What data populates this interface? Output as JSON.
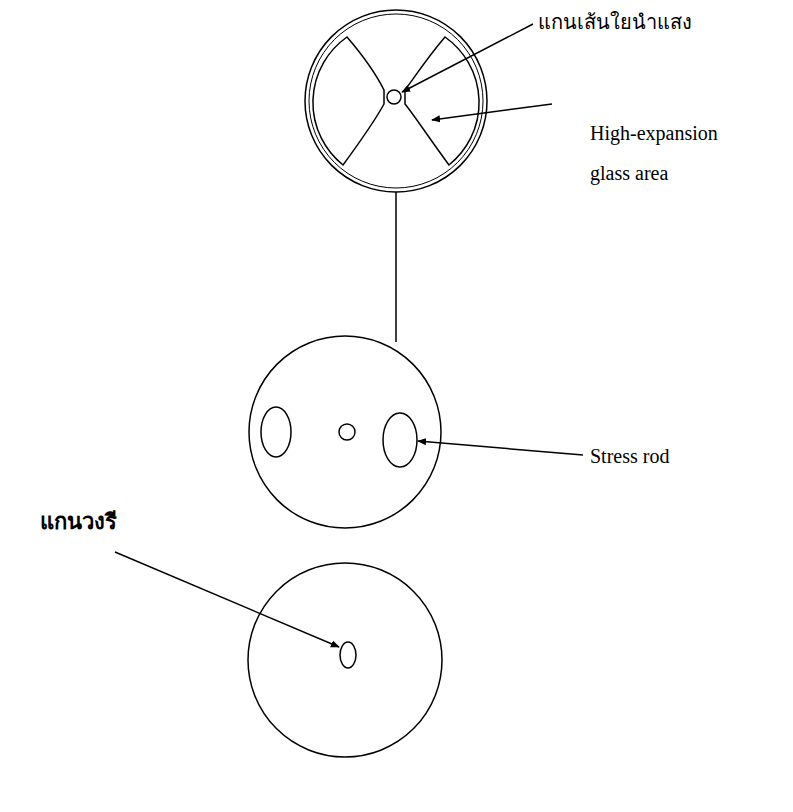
{
  "diagram": {
    "labels": [
      "แกนเส้นใยนำแสง",
      "High-expansion glass area",
      "Stress rod",
      "แกนวงรี"
    ]
  }
}
